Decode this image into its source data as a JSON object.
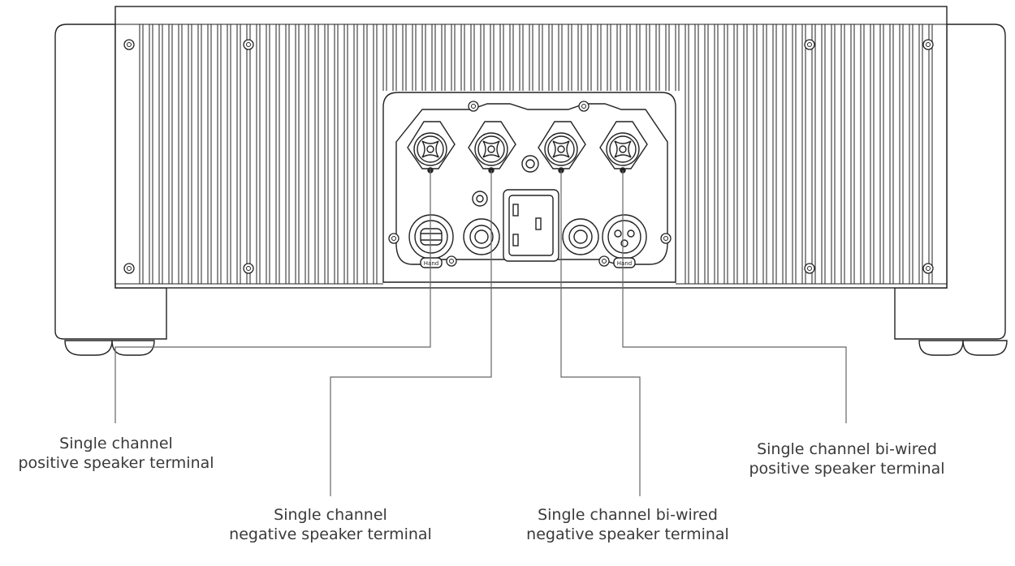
{
  "labels": [
    {
      "id": "pos",
      "line1": "Single channel",
      "line2": "positive speaker terminal"
    },
    {
      "id": "neg",
      "line1": "Single channel",
      "line2": "negative speaker terminal"
    },
    {
      "id": "biwired_neg",
      "line1": "Single channel bi-wired",
      "line2": "negative speaker terminal"
    },
    {
      "id": "biwired_pos",
      "line1": "Single channel bi-wired",
      "line2": "positive speaker terminal"
    }
  ],
  "connector_marks": [
    "Hand",
    "Hand"
  ]
}
